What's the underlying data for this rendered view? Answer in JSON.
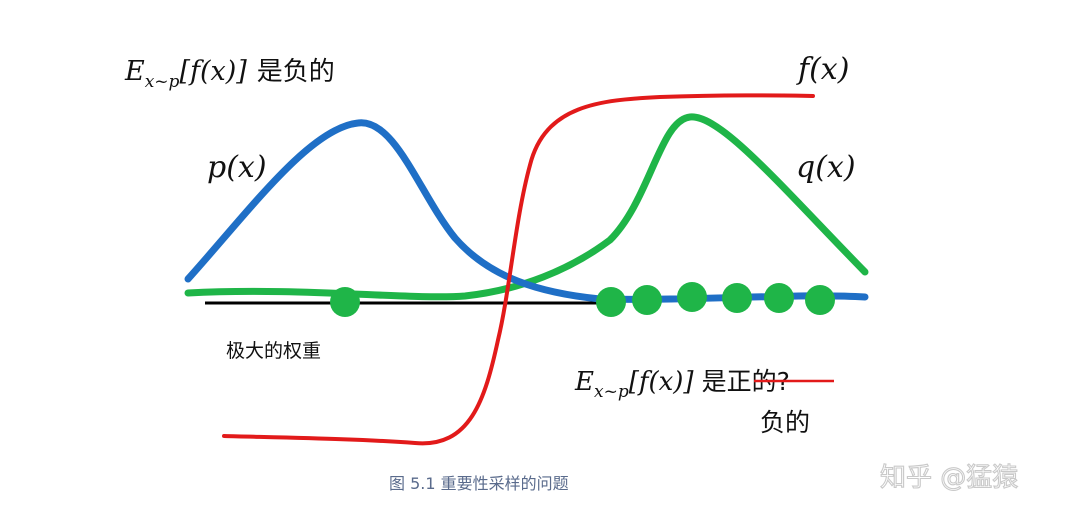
{
  "labels": {
    "expect_p_left": {
      "E": "E",
      "sub": "x~p",
      "bracket": "[f(x)]",
      "cn": "是负的"
    },
    "f_label": "f(x)",
    "p_label": "p(x)",
    "q_label": "q(x)",
    "big_weight": "极大的权重",
    "expect_p_right": {
      "E": "E",
      "sub": "x~p",
      "bracket": "[f(x)]",
      "cn": "是",
      "struck": "正的?"
    },
    "negative": "负的"
  },
  "caption": "图 5.1 重要性采样的问题",
  "watermark": "知乎 @猛猿",
  "colors": {
    "p_curve": "#1f6fc6",
    "q_curve": "#1fb548",
    "f_curve": "#e21a1a",
    "samples": "#1fb548",
    "axis": "#000000",
    "strike": "#e21a1a",
    "caption": "#5a6b8c"
  }
}
